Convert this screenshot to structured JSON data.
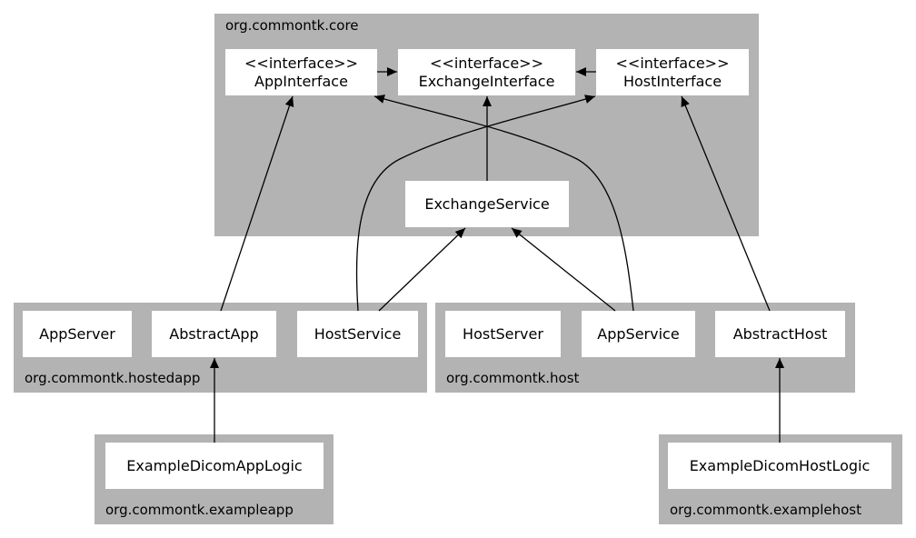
{
  "clusters": {
    "core": {
      "label": "org.commontk.core"
    },
    "hostedapp": {
      "label": "org.commontk.hostedapp"
    },
    "host": {
      "label": "org.commontk.host"
    },
    "exampleapp": {
      "label": "org.commontk.exampleapp"
    },
    "examplehost": {
      "label": "org.commontk.examplehost"
    }
  },
  "nodes": {
    "app_interface": {
      "stereotype": "<<interface>>",
      "name": "AppInterface"
    },
    "exchange_interface": {
      "stereotype": "<<interface>>",
      "name": "ExchangeInterface"
    },
    "host_interface": {
      "stereotype": "<<interface>>",
      "name": "HostInterface"
    },
    "exchange_service": {
      "name": "ExchangeService"
    },
    "app_server": {
      "name": "AppServer"
    },
    "abstract_app": {
      "name": "AbstractApp"
    },
    "host_service": {
      "name": "HostService"
    },
    "host_server": {
      "name": "HostServer"
    },
    "app_service": {
      "name": "AppService"
    },
    "abstract_host": {
      "name": "AbstractHost"
    },
    "example_dicom_app_logic": {
      "name": "ExampleDicomAppLogic"
    },
    "example_dicom_host_logic": {
      "name": "ExampleDicomHostLogic"
    }
  },
  "colors": {
    "cluster_fill": "#b3b3b3",
    "node_fill": "#ffffff",
    "edge": "#000000"
  }
}
